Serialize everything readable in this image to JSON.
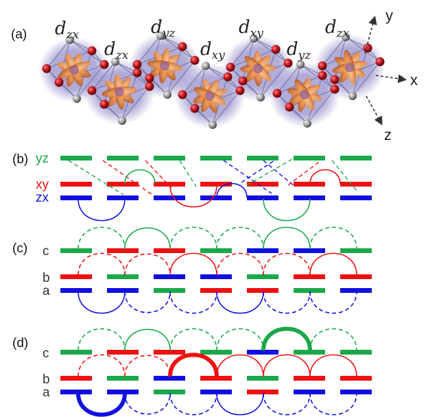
{
  "panels": {
    "a": "(a)",
    "b": "(b)",
    "c": "(c)",
    "d": "(d)"
  },
  "orbitals": [
    {
      "base": "d",
      "sub": "zx"
    },
    {
      "base": "d",
      "sub": "zx"
    },
    {
      "base": "d",
      "sub": "yz"
    },
    {
      "base": "d",
      "sub": "xy"
    },
    {
      "base": "d",
      "sub": "xy"
    },
    {
      "base": "d",
      "sub": "yz"
    },
    {
      "base": "d",
      "sub": "zx"
    }
  ],
  "axes": {
    "x": "x",
    "y": "y",
    "z": "z"
  },
  "panel_b_rows": [
    {
      "label": "yz",
      "color": "green"
    },
    {
      "label": "xy",
      "color": "red"
    },
    {
      "label": "zx",
      "color": "blue"
    }
  ],
  "panel_c_rows": [
    "c",
    "b",
    "a"
  ],
  "panel_d_rows": [
    "c",
    "b",
    "a"
  ],
  "colors": {
    "green": "#1aa84a",
    "red": "#ee1111",
    "blue": "#1010e0",
    "cage": "#7a7aa8",
    "oxygen": "#c0121a",
    "metal": "#9a9a9a",
    "lobe": "#e89a4a"
  },
  "panel_c_bars": {
    "c": [
      "green",
      "red",
      "red",
      "green",
      "blue",
      "blue",
      "green"
    ],
    "b": [
      "red",
      "green",
      "blue",
      "blue",
      "green",
      "red",
      "red"
    ],
    "a": [
      "blue",
      "blue",
      "green",
      "red",
      "red",
      "green",
      "blue"
    ]
  },
  "panel_d_bars": {
    "c": [
      "green",
      "red",
      "red",
      "green",
      "blue",
      "green",
      "green"
    ],
    "b": [
      "red",
      "green",
      "blue",
      "red",
      "green",
      "red",
      "red"
    ],
    "a": [
      "blue",
      "blue",
      "green",
      "blue",
      "red",
      "blue",
      "blue"
    ]
  }
}
